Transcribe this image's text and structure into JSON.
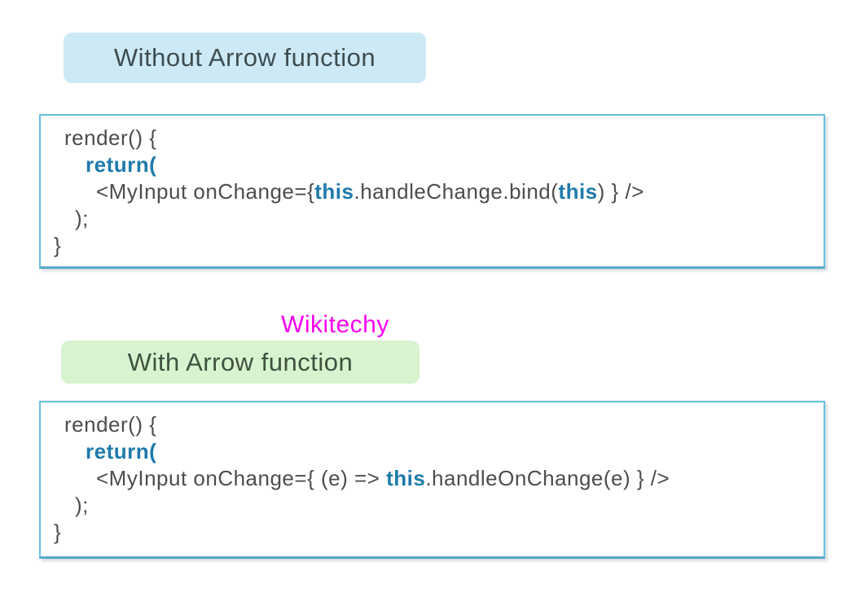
{
  "palette": {
    "page_bg": "#ffffff",
    "label_blue_bg": "#cde9f6",
    "label_green_bg": "#d7f3d0",
    "label_blue_text": "#3e4c50",
    "label_green_text": "#40523f",
    "code_border": "#66bee2",
    "code_text": "#4d4d4d",
    "keyword_blue": "#1e7aab",
    "watermark_magenta": "#fb02f0"
  },
  "watermark": {
    "text": "Wikitechy"
  },
  "sections": [
    {
      "label": "Without Arrow function",
      "code": {
        "lines": [
          {
            "indent": 1,
            "segments": [
              {
                "text": "render() {",
                "keyword": false
              }
            ]
          },
          {
            "indent": 3,
            "segments": [
              {
                "text": "return(",
                "keyword": true
              }
            ]
          },
          {
            "indent": 4,
            "segments": [
              {
                "text": "<MyInput onChange={",
                "keyword": false
              },
              {
                "text": "this",
                "keyword": true
              },
              {
                "text": ".handleChange.bind(",
                "keyword": false
              },
              {
                "text": "this",
                "keyword": true
              },
              {
                "text": ") } />",
                "keyword": false
              }
            ]
          },
          {
            "indent": 2,
            "segments": [
              {
                "text": ");",
                "keyword": false
              }
            ]
          },
          {
            "indent": 0,
            "segments": [
              {
                "text": "}",
                "keyword": false
              }
            ]
          }
        ]
      }
    },
    {
      "label": "With Arrow function",
      "code": {
        "lines": [
          {
            "indent": 1,
            "segments": [
              {
                "text": "render() {",
                "keyword": false
              }
            ]
          },
          {
            "indent": 3,
            "segments": [
              {
                "text": "return(",
                "keyword": true
              }
            ]
          },
          {
            "indent": 4,
            "segments": [
              {
                "text": "<MyInput onChange={ (e) => ",
                "keyword": false
              },
              {
                "text": "this",
                "keyword": true
              },
              {
                "text": ".handleOnChange(e) } />",
                "keyword": false
              }
            ]
          },
          {
            "indent": 2,
            "segments": [
              {
                "text": ");",
                "keyword": false
              }
            ]
          },
          {
            "indent": 0,
            "segments": [
              {
                "text": "}",
                "keyword": false
              }
            ]
          }
        ]
      }
    }
  ]
}
